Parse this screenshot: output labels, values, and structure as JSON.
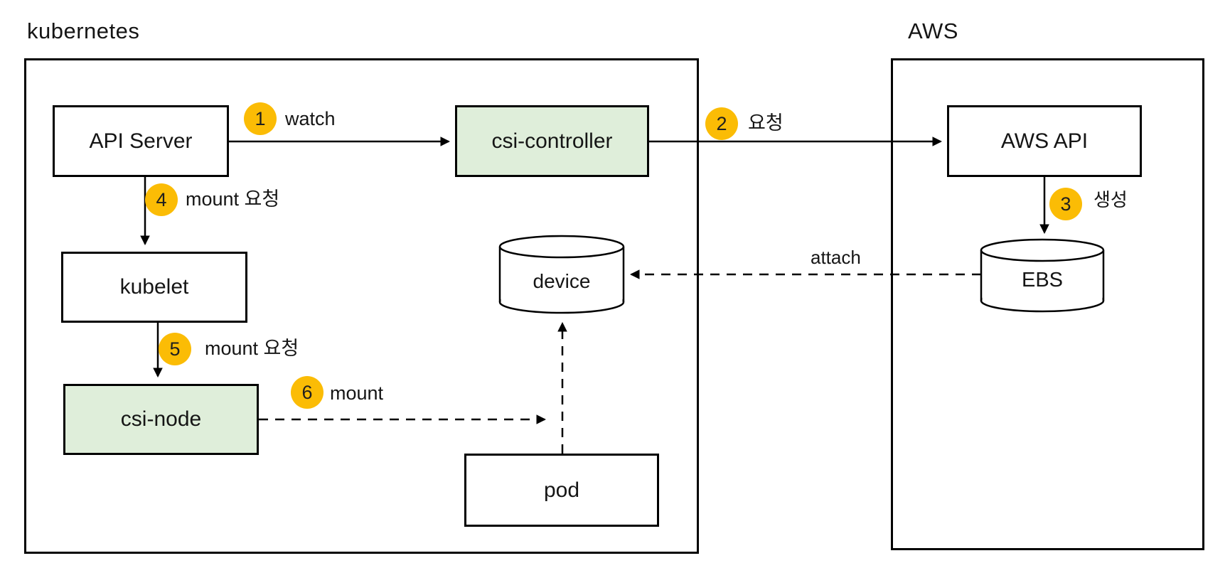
{
  "diagram": {
    "groups": {
      "kubernetes": {
        "label": "kubernetes"
      },
      "aws": {
        "label": "AWS"
      }
    },
    "nodes": {
      "api_server": {
        "label": "API Server"
      },
      "csi_controller": {
        "label": "csi-controller"
      },
      "kubelet": {
        "label": "kubelet"
      },
      "csi_node": {
        "label": "csi-node"
      },
      "device": {
        "label": "device"
      },
      "pod": {
        "label": "pod"
      },
      "aws_api": {
        "label": "AWS API"
      },
      "ebs": {
        "label": "EBS"
      }
    },
    "edges": {
      "watch": {
        "step": "1",
        "label": "watch"
      },
      "request": {
        "step": "2",
        "label": "요청"
      },
      "create": {
        "step": "3",
        "label": "생성"
      },
      "mount_request_to_kubelet": {
        "step": "4",
        "label": "mount 요청"
      },
      "mount_request_to_csi_node": {
        "step": "5",
        "label": "mount 요청"
      },
      "mount": {
        "step": "6",
        "label": "mount"
      },
      "attach": {
        "label": "attach"
      }
    },
    "colors": {
      "badge": "#FBBC05",
      "node_highlight": "#DFEEDA",
      "line": "#000000",
      "background": "#FFFFFF"
    }
  }
}
